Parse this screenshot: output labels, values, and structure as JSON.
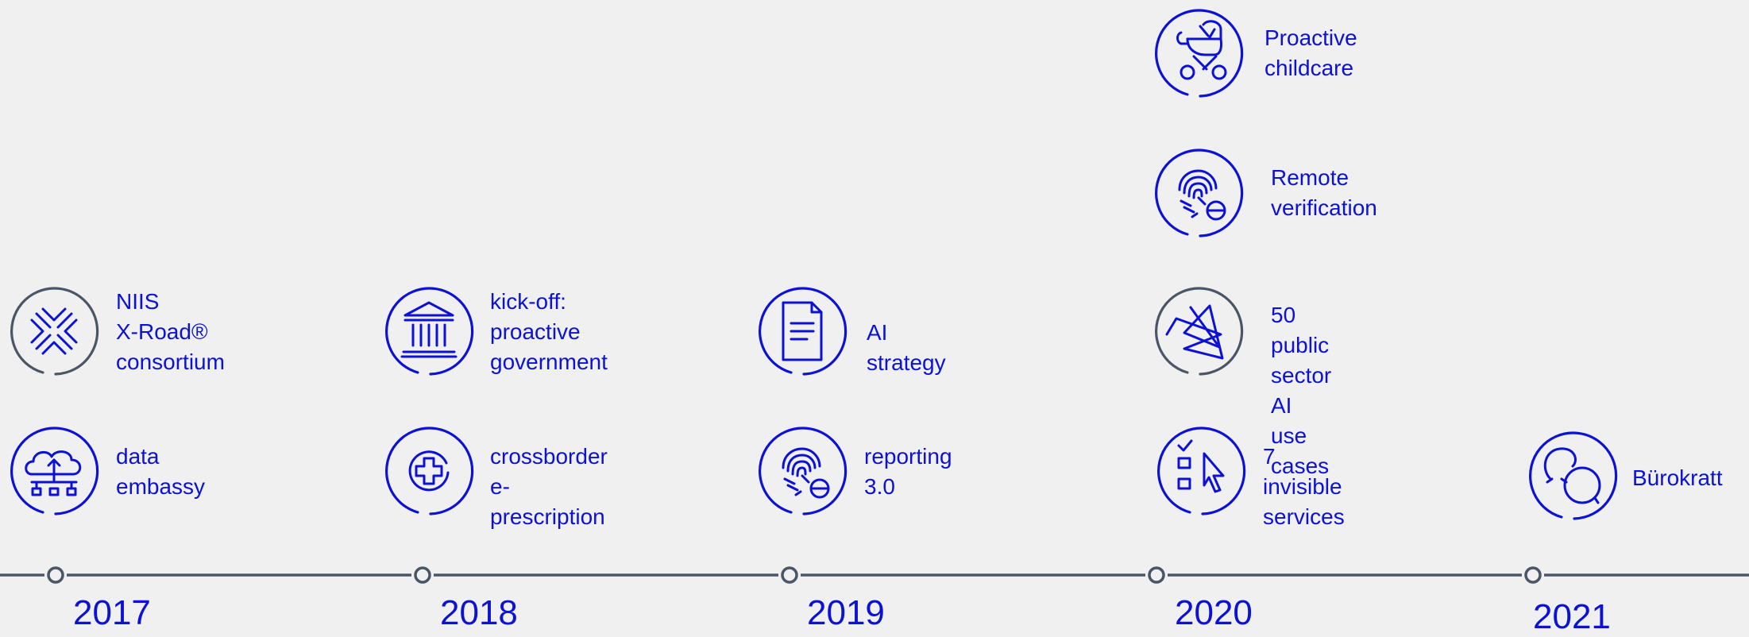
{
  "colors": {
    "blue": "#0c11d6",
    "grey": "#4a5568",
    "background": "#eff0ef"
  },
  "years": [
    "2017",
    "2018",
    "2019",
    "2020",
    "2021"
  ],
  "items": [
    {
      "id": "niis",
      "year": "2017",
      "label": "NIIS\nX-Road®\nconsortium",
      "icon": "cross-arrows-icon",
      "ring": "grey"
    },
    {
      "id": "data-embassy",
      "year": "2017",
      "label": "data\nembassy",
      "icon": "cloud-network-icon",
      "ring": "blue"
    },
    {
      "id": "proactive-gov",
      "year": "2018",
      "label": "kick-off:\nproactive\ngovernment",
      "icon": "government-building-icon",
      "ring": "blue"
    },
    {
      "id": "crossborder",
      "year": "2018",
      "label": "crossborder\ne-prescription",
      "icon": "medical-cross-icon",
      "ring": "blue"
    },
    {
      "id": "ai-strategy",
      "year": "2019",
      "label": "AI strategy",
      "icon": "document-icon",
      "ring": "blue"
    },
    {
      "id": "reporting",
      "year": "2019",
      "label": "reporting\n3.0",
      "icon": "fingerprint-e-icon",
      "ring": "blue"
    },
    {
      "id": "childcare",
      "year": "2020",
      "label": "Proactive\nchildcare",
      "icon": "baby-stroller-icon",
      "ring": "blue"
    },
    {
      "id": "remote-verification",
      "year": "2020",
      "label": "Remote\nverification",
      "icon": "fingerprint-e-icon",
      "ring": "blue"
    },
    {
      "id": "ai-use-cases",
      "year": "2020",
      "label": "50 public sector AI\nuse cases",
      "icon": "star-network-icon",
      "ring": "grey"
    },
    {
      "id": "invisible-services",
      "year": "2020",
      "label": "7 invisible\nservices",
      "icon": "checklist-cursor-icon",
      "ring": "blue"
    },
    {
      "id": "burokratt",
      "year": "2021",
      "label": "Bürokratt",
      "icon": "chat-bubbles-icon",
      "ring": "blue"
    }
  ]
}
